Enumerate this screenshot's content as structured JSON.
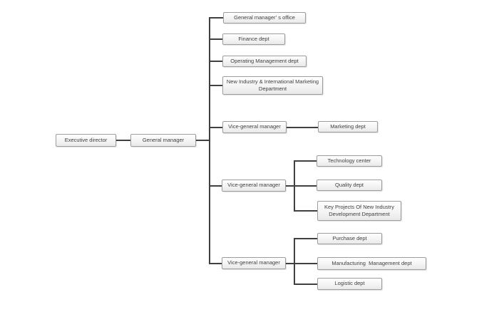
{
  "diagram": {
    "type": "org-chart",
    "background": "#ffffff",
    "colors": {
      "line": "#404040",
      "box_border": "#9d9d9d",
      "box_fill_top": "#fefefe",
      "box_fill_bottom": "#e9e9e9",
      "text": "#3f3f3f"
    },
    "nodes": {
      "executive_director": "Executive director",
      "general_manager": "General manager",
      "general_managers_office": "General manager’ s office",
      "finance_dept": "Finance dept",
      "operating_management_dept": "Operating Management dept",
      "new_industry_international_marketing_department": "New Industry & International Marketing Department",
      "vice_general_manager_1": "Vice-general manager",
      "marketing_dept": "Marketing dept",
      "vice_general_manager_2": "Vice-general manager",
      "technology_center": "Technology center",
      "quality_dept": "Quality dept",
      "key_projects_department": "Key Projects Of New Industry Development Department",
      "vice_general_manager_3": "Vice-general manager",
      "purchase_dept": "Purchase dept",
      "manufacturing_management_dept": "Manufacturing  Management dept",
      "logistic_dept": "Logistic dept"
    },
    "hierarchy": {
      "root": "Executive director",
      "chain": "Executive director > General manager",
      "general_manager_children": [
        "General manager’ s office",
        "Finance dept",
        "Operating Management dept",
        "New Industry & International Marketing Department",
        "Vice-general manager (1)",
        "Vice-general manager (2)",
        "Vice-general manager (3)"
      ],
      "vice_1_children": [
        "Marketing dept"
      ],
      "vice_2_children": [
        "Technology center",
        "Quality dept",
        "Key Projects Of New Industry Development Department"
      ],
      "vice_3_children": [
        "Purchase dept",
        "Manufacturing  Management dept",
        "Logistic dept"
      ]
    }
  }
}
